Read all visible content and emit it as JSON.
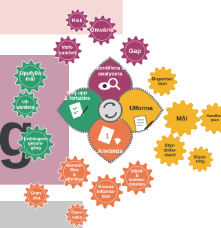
{
  "background_letter": "g",
  "colors": {
    "identify": "#a5406e",
    "follow": "#2f9d6e",
    "design": "#f4b52a",
    "use": "#ea7a4e",
    "pink_bg": "#f6d8d6",
    "mauve_bg": "#c99aae",
    "gray_bg": "#c8c8c8",
    "chain": "#6f7478"
  },
  "center": {
    "icon": "refresh-arrows-icon"
  },
  "leaves": [
    {
      "id": "identify",
      "label": "Identifiera & analysera",
      "icon": "eye-magnifier-icon"
    },
    {
      "id": "follow",
      "label": "Följ upp & förbättra",
      "icon": "checklist-pen-icon"
    },
    {
      "id": "design",
      "label": "Utforma",
      "icon": "document-pen-icon"
    },
    {
      "id": "use",
      "label": "Använda",
      "icon": "document-hand-icon"
    }
  ],
  "gears": {
    "identify": [
      {
        "id": "risk",
        "text": "Risk"
      },
      {
        "id": "omvarld",
        "text": "Omvärld"
      },
      {
        "id": "verksamhet",
        "text": "Verk- samhet"
      },
      {
        "id": "gap",
        "text": "Gap"
      }
    ],
    "follow": [
      {
        "id": "uppfylla-mal",
        "text": "Uppfylla mål"
      },
      {
        "id": "utvardera",
        "text": "Ut- värdera"
      },
      {
        "id": "ledningens-genomgang",
        "text": "Ledningens genom- gång"
      }
    ],
    "design": [
      {
        "id": "organisation",
        "text": "Organisa- tion"
      },
      {
        "id": "mal",
        "text": "Mål"
      },
      {
        "id": "handlingsplan",
        "text": "Handling plan"
      },
      {
        "id": "styrdokument",
        "text": "Styr- doku- ment"
      },
      {
        "id": "klassning",
        "text": "Klass- ning"
      }
    ],
    "use": [
      {
        "id": "genomfora",
        "text": "Genom- föra & efterleva"
      },
      {
        "id": "klassa-information",
        "text": "Klassa informa- tion"
      },
      {
        "id": "utbildning",
        "text": "Utbild- & kommu- nikation"
      },
      {
        "id": "granska",
        "text": "Gran- ska"
      },
      {
        "id": "overvaka",
        "text": "Över- vaka"
      }
    ]
  }
}
